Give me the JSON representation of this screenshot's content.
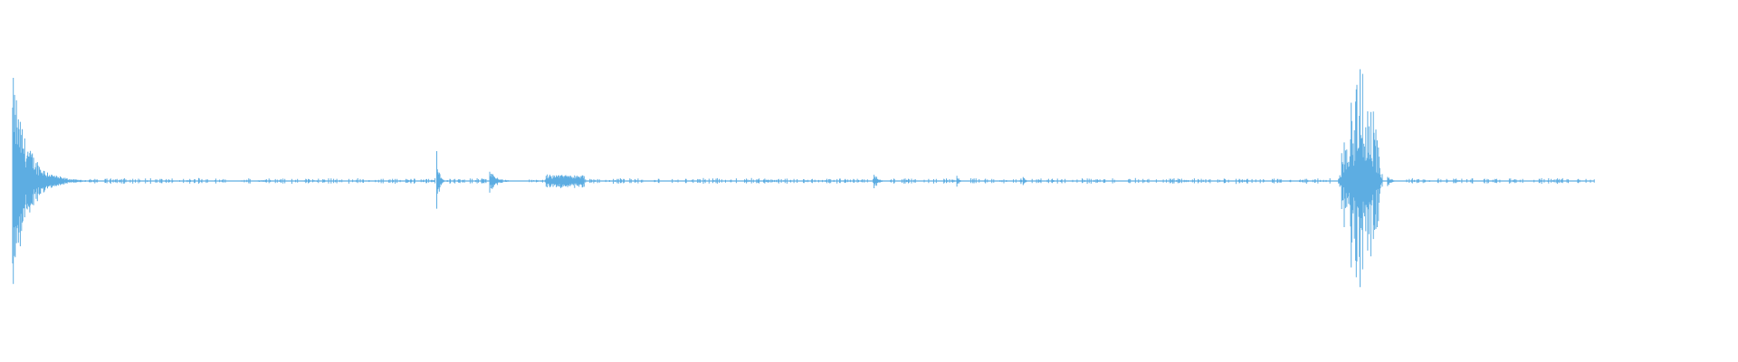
{
  "waveform": {
    "color": "#5dade2",
    "baseline_amplitude": 0.0,
    "segments": [
      {
        "start": 0.0,
        "end": 0.045,
        "peak": 0.8,
        "shape": "impulse"
      },
      {
        "start": 0.045,
        "end": 0.255,
        "peak": 0.02,
        "shape": "sparse"
      },
      {
        "start": 0.256,
        "end": 0.262,
        "peak": 0.3,
        "shape": "impulse"
      },
      {
        "start": 0.262,
        "end": 0.288,
        "peak": 0.02,
        "shape": "sparse"
      },
      {
        "start": 0.288,
        "end": 0.31,
        "peak": 0.08,
        "shape": "impulse"
      },
      {
        "start": 0.31,
        "end": 0.322,
        "peak": 0.01,
        "shape": "sparse"
      },
      {
        "start": 0.322,
        "end": 0.345,
        "peak": 0.05,
        "shape": "flat"
      },
      {
        "start": 0.345,
        "end": 0.52,
        "peak": 0.02,
        "shape": "sparse"
      },
      {
        "start": 0.52,
        "end": 0.53,
        "peak": 0.08,
        "shape": "impulse"
      },
      {
        "start": 0.53,
        "end": 0.57,
        "peak": 0.02,
        "shape": "sparse"
      },
      {
        "start": 0.57,
        "end": 0.575,
        "peak": 0.07,
        "shape": "impulse"
      },
      {
        "start": 0.575,
        "end": 0.61,
        "peak": 0.02,
        "shape": "sparse"
      },
      {
        "start": 0.61,
        "end": 0.615,
        "peak": 0.05,
        "shape": "impulse"
      },
      {
        "start": 0.615,
        "end": 0.8,
        "peak": 0.02,
        "shape": "sparse"
      },
      {
        "start": 0.8,
        "end": 0.83,
        "peak": 0.97,
        "shape": "burst"
      },
      {
        "start": 0.83,
        "end": 0.84,
        "peak": 0.05,
        "shape": "impulse"
      },
      {
        "start": 0.84,
        "end": 0.955,
        "peak": 0.02,
        "shape": "sparse"
      }
    ]
  }
}
